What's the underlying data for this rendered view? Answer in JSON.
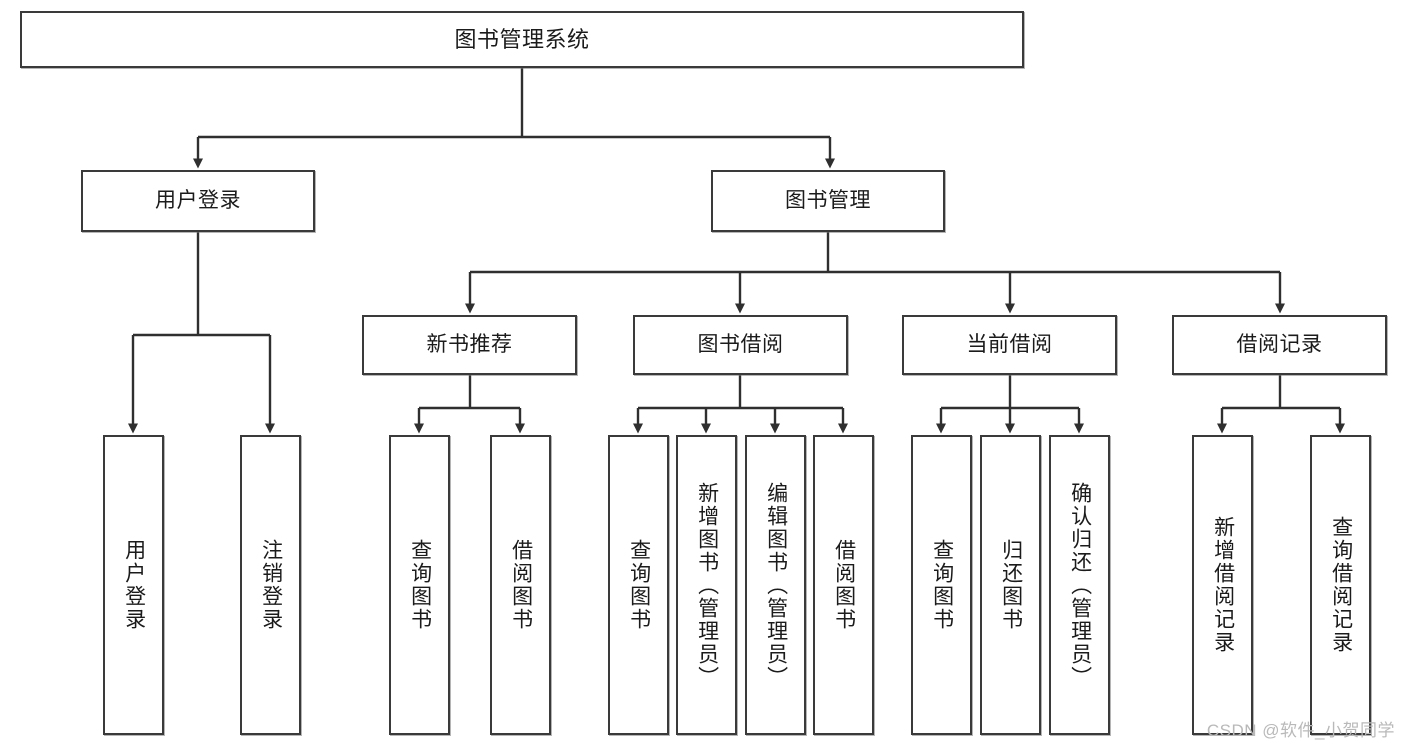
{
  "diagram": {
    "type": "tree-hierarchy",
    "title": "图书管理系统",
    "watermark": "CSDN @软件_小贺同学",
    "colors": {
      "box_border": "#3a3a3a",
      "box_fill": "#ffffff",
      "connector": "#2f2f2f",
      "text": "#1b1b1b",
      "watermark": "#b9b9b9",
      "background": "#ffffff"
    },
    "root": {
      "label": "图书管理系统",
      "orientation": "horizontal"
    },
    "level2": [
      {
        "label": "用户登录",
        "orientation": "horizontal"
      },
      {
        "label": "图书管理",
        "orientation": "horizontal"
      }
    ],
    "level3": [
      {
        "label": "新书推荐",
        "orientation": "horizontal"
      },
      {
        "label": "图书借阅",
        "orientation": "horizontal"
      },
      {
        "label": "当前借阅",
        "orientation": "horizontal"
      },
      {
        "label": "借阅记录",
        "orientation": "horizontal"
      }
    ],
    "leaves": {
      "user_login": [
        {
          "label": "用户登录",
          "orientation": "vertical"
        },
        {
          "label": "注销登录",
          "orientation": "vertical"
        }
      ],
      "new_book_recommend": [
        {
          "label": "查询图书",
          "orientation": "vertical"
        },
        {
          "label": "借阅图书",
          "orientation": "vertical"
        }
      ],
      "book_borrow": [
        {
          "label": "查询图书",
          "orientation": "vertical"
        },
        {
          "label": "新增图书（管理员）",
          "orientation": "vertical"
        },
        {
          "label": "编辑图书（管理员）",
          "orientation": "vertical"
        },
        {
          "label": "借阅图书",
          "orientation": "vertical"
        }
      ],
      "current_borrow": [
        {
          "label": "查询图书",
          "orientation": "vertical"
        },
        {
          "label": "归还图书",
          "orientation": "vertical"
        },
        {
          "label": "确认归还（管理员）",
          "orientation": "vertical"
        }
      ],
      "borrow_record": [
        {
          "label": "新增借阅记录",
          "orientation": "vertical"
        },
        {
          "label": "查询借阅记录",
          "orientation": "vertical"
        }
      ]
    }
  }
}
